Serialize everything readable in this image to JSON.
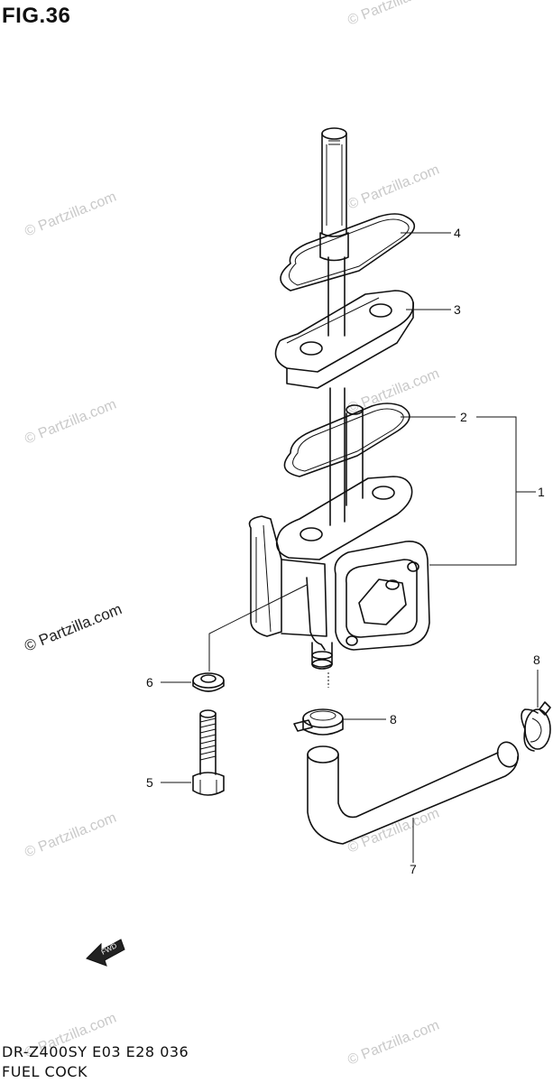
{
  "figure": {
    "title": "FIG.36",
    "model_code": "DR-Z400SY  E03  E28  036",
    "section_name": "FUEL COCK"
  },
  "watermark": {
    "text": "© Partzilla.com"
  },
  "direction_badge": {
    "text": "FWD"
  },
  "callouts": [
    {
      "id": "c1",
      "label": "1"
    },
    {
      "id": "c2",
      "label": "2"
    },
    {
      "id": "c3",
      "label": "3"
    },
    {
      "id": "c4",
      "label": "4"
    },
    {
      "id": "c5",
      "label": "5"
    },
    {
      "id": "c6",
      "label": "6"
    },
    {
      "id": "c7",
      "label": "7"
    },
    {
      "id": "c8a",
      "label": "8"
    },
    {
      "id": "c8b",
      "label": "8"
    }
  ]
}
